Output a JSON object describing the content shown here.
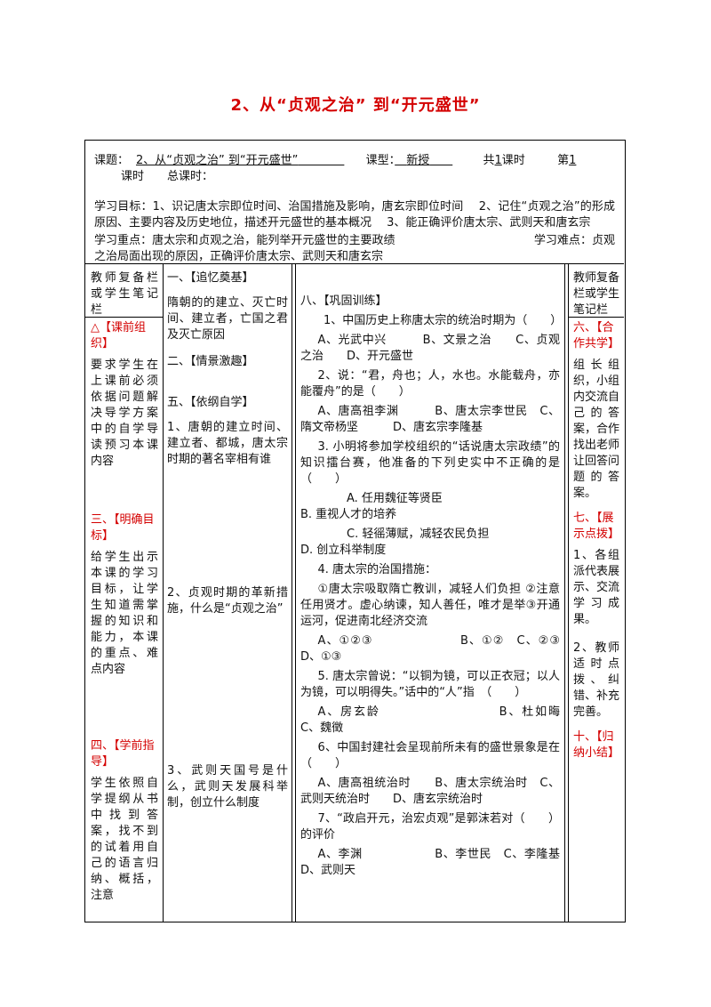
{
  "title": "2、从“贞观之治” 到“开元盛世”",
  "header": {
    "lesson_label": "课题：",
    "lesson_value": "2、从“贞观之治” 到“开元盛世”",
    "type_label": "课型：",
    "type_value": "新授",
    "total_pre": "共",
    "total_value": "1",
    "total_post": "课时",
    "nth_pre": "第",
    "nth_value": "1",
    "line2": "课时　　总课时：",
    "objectives": "学习目标：1、识记唐太宗即位时间、治国措施及影响，唐玄宗即位时间　 2、记住“贞观之治”的形成原因、主要内容及历史地位，描述开元盛世的基本概况　 3、能正确评价唐太宗、武则天和唐玄宗",
    "key_points": "学习重点：唐太宗和贞观之治，能列举开元盛世的主要政绩　　　　　　　　　　　　学习难点：贞观之治局面出现的原因，正确评价唐太宗、武则天和唐玄宗"
  },
  "left_col": {
    "heading": "教师复备栏或学生笔记栏",
    "s1_title": "△【课前组织】",
    "s1_text": "要求学生在上课前必须依据问题解决导学方案中的自学导读预习本课内容",
    "s2_title": "三、【明确目标】",
    "s2_text": "给学生出示本课的学习目标，让学生知道需掌握的知识和能力，本课的重点、难点内容",
    "s3_title": "四、【学前指导】",
    "s3_text": "学生依照自学提纲从书中找到答案，找不到的试着用自己的语言归纳、概括，注意"
  },
  "mid_col": {
    "s1_title": "一、【追忆奠基】",
    "s1_text": "隋朝的的建立、灭亡时间、建立者，亡国之君及灭亡原因",
    "s2_title": "二、【情景激趣】",
    "s3_title": "五、【依纲自学】",
    "q1": "1、唐朝的建立时间、建立者、都城，唐太宗时期的著名宰相有谁",
    "q2": "2、贞观时期的革新措施，什么是“贞观之治”",
    "q3": "3、武则天国号是什么，武则天发展科举制，创立什么制度"
  },
  "main_col": {
    "title": "八、【巩固训练】",
    "q1": "1、中国历史上称唐太宗的统治时期为（　　）",
    "q1_opts": "A、光武中兴　　　B、文景之治　　C、贞观之治　　D、开元盛世",
    "q2": "2、说：“君，舟也；人，水也。水能载舟，亦能覆舟”的是（　　）",
    "q2_opts": "A、唐高祖李渊　　　B、唐太宗李世民　C、隋文帝杨坚　　　D、唐玄宗李隆基",
    "q3": "3. 小明将参加学校组织的“话说唐太宗政绩”的知识擂台赛，他准备的下列史实中不正确的是（　　）",
    "q3_a": "A. 任用魏征等贤臣",
    "q3_b": "B. 重视人才的培养",
    "q3_c": "C. 轻徭薄赋，减轻农民负担",
    "q3_d": "D. 创立科举制度",
    "q4": "4. 唐太宗的治国措施：",
    "q4_text": "①唐太宗吸取隋亡教训，减轻人们负担 ②注意任用贤才。虚心纳谏，知人善任，唯才是举③开通运河，促进南北经济交流",
    "q4_opts": "A、①②③　　　　　　　B、①②　C、②③　　　D、①③",
    "q5": "5. 唐太宗曾说：“以铜为镜，可以正衣冠；以人为镜，可以明得失。”话中的“人”指　（　　）",
    "q5_opts": "A、房玄龄　　　　　　　　　B、杜如晦　C、魏徵",
    "q6": "6、中国封建社会呈现前所未有的盛世景象是在（　　）",
    "q6_opts": "A、唐高祖统治时　　B、唐太宗统治时　C、武则天统治时　　D、唐玄宗统治时",
    "q7": "7、“政启开元，治宏贞观”是郭沫若对（　　）的评价",
    "q7_opts": "A、李渊　　　　　　B、李世民　C、李隆基　　D、武则天"
  },
  "right_col": {
    "heading": "教师复备栏或学生笔记栏",
    "s1_title": "六、【合作共学】",
    "s1_text": "组长组织，小组内交流自己的答案，合作找出老师让回答问题的答案。",
    "s2_title": "七、【展示点拨】",
    "s2_text": "1、各组派代表展示、交流学习成果。",
    "s2_text2": "2、教师适时点拨、纠错、补充完善。",
    "s3_title": "十、【归纳小结】"
  }
}
